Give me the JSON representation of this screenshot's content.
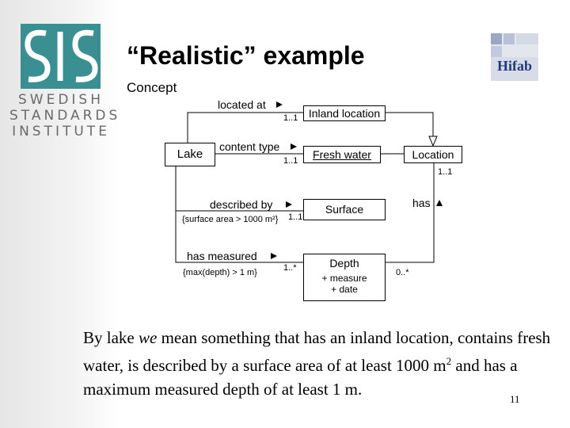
{
  "slide": {
    "title": "“Realistic” example",
    "subtitle": "Concept",
    "page_number": "11"
  },
  "logos": {
    "sis": {
      "mark": "SIS",
      "lines": [
        "SWEDISH",
        "STANDARDS",
        "INSTITUTE"
      ]
    },
    "hifab": {
      "text": "Hifab"
    }
  },
  "diagram": {
    "classes": {
      "lake": "Lake",
      "inland_location": "Inland location",
      "fresh_water": "Fresh water",
      "location": "Location",
      "surface": "Surface",
      "depth": "Depth",
      "depth_attr1": "+ measure",
      "depth_attr2": "+ date"
    },
    "associations": {
      "located_at": "located at",
      "content_type": "content type",
      "described_by": "described by",
      "has_measured": "has measured",
      "has": "has"
    },
    "multiplicities": {
      "inland": "1..1",
      "fresh": "1..1",
      "surface": "1..1",
      "depth": "1..*",
      "location": "1..1",
      "depth_right": "0..*"
    },
    "constraints": {
      "surface": "{surface area > 1000 m²}",
      "depth": "{max(depth) > 1 m}"
    }
  },
  "caption": {
    "p1": "By lake ",
    "em": "we",
    "p2": " mean something that has an inland location, contains fresh water, is described by a surface area of at least 1000 m",
    "sup": "2",
    "p3": " and has a maximum measured depth of at least 1 m."
  },
  "colors": {
    "sis_teal": "#3a8f93",
    "hifab_navy": "#1f3a7a"
  }
}
